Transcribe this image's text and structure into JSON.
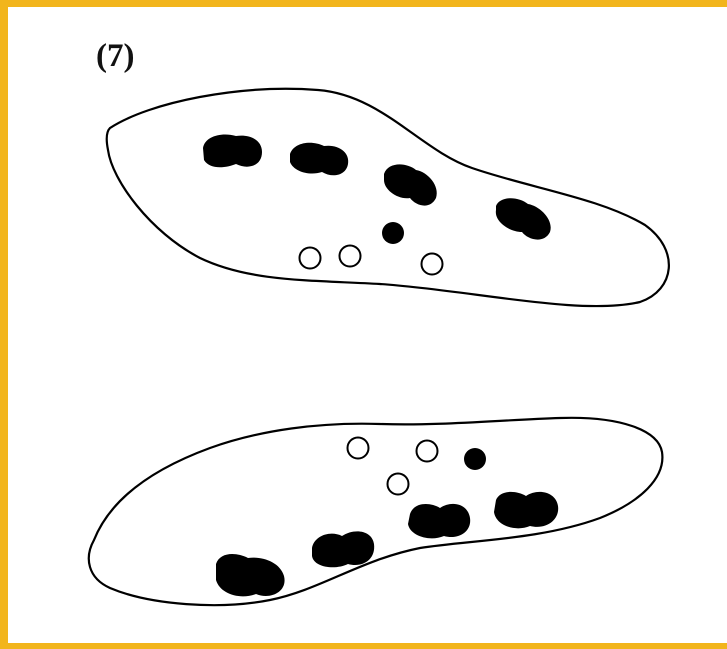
{
  "figure": {
    "label": "(7)",
    "border_color": "#f2b51c",
    "ink_color": "#000000",
    "background_color": "#ffffff"
  },
  "cells": [
    {
      "name": "upper-cell",
      "chromosomes": 4,
      "filled_dots": 1,
      "open_circles": 3
    },
    {
      "name": "lower-cell",
      "chromosomes": 4,
      "filled_dots": 1,
      "open_circles": 3
    }
  ]
}
